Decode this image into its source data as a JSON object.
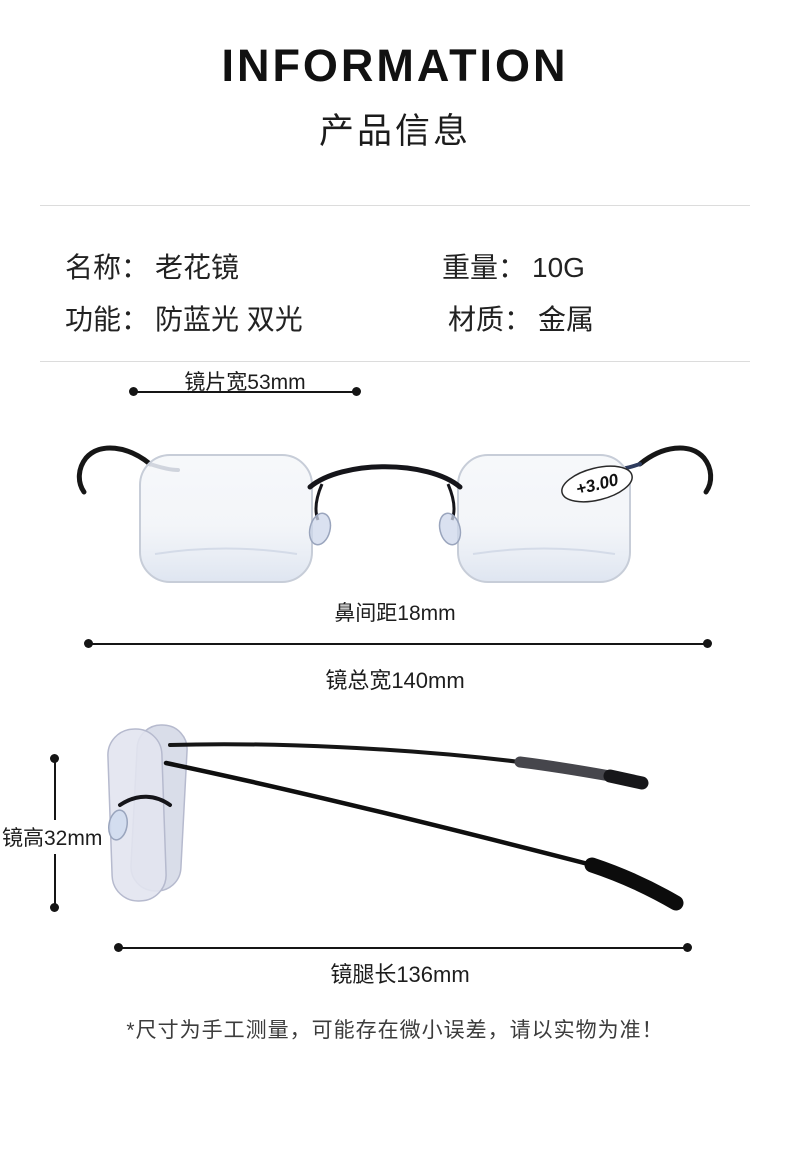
{
  "header": {
    "title": "INFORMATION",
    "subtitle": "产品信息"
  },
  "specs": {
    "name_label": "名称：",
    "name_value": "老花镜",
    "function_label": "功能：",
    "function_value": "防蓝光 双光",
    "weight_label": "重量：",
    "weight_value": "10G",
    "material_label": "材质：",
    "material_value": "金属"
  },
  "front_view": {
    "lens_width": "镜片宽53mm",
    "lens_power": "+3.00",
    "nose_distance": "鼻间距18mm",
    "total_width": "镜总宽140mm"
  },
  "side_view": {
    "lens_height": "镜高32mm",
    "temple_length": "镜腿长136mm"
  },
  "footnote": "*尺寸为手工测量，可能存在微小误差，请以实物为准！",
  "colors": {
    "text_dark": "#1a1a1a",
    "divider": "#dcdcdc",
    "measure_line": "#151515",
    "frame_black": "#161616",
    "lens_tint": "#e4e8f2"
  }
}
